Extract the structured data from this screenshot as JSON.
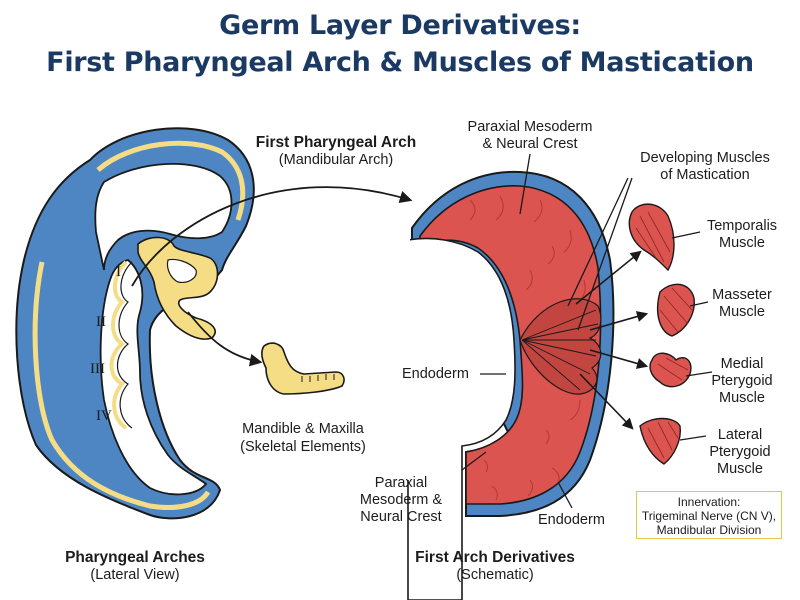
{
  "title": {
    "line1": "Germ Layer Derivatives:",
    "line2": "First Pharyngeal Arch & Muscles of Mastication"
  },
  "left_panel": {
    "arch_labels": [
      "I",
      "II",
      "III",
      "IV"
    ],
    "first_arch_title": "First Pharyngeal Arch",
    "first_arch_subtitle": "(Mandibular Arch)",
    "mandible_title": "Mandible & Maxilla",
    "mandible_subtitle": "(Skeletal Elements)",
    "caption_title": "Pharyngeal Arches",
    "caption_subtitle": "(Lateral View)"
  },
  "right_panel": {
    "paraxial_top_line1": "Paraxial Mesoderm",
    "paraxial_top_line2": "& Neural Crest",
    "developing_line1": "Developing Muscles",
    "developing_line2": "of Mastication",
    "endoderm_left": "Endoderm",
    "endoderm_bottom": "Endoderm",
    "paraxial_bottom_line1": "Paraxial",
    "paraxial_bottom_line2": "Mesoderm &",
    "paraxial_bottom_line3": "Neural Crest",
    "caption_title": "First Arch Derivatives",
    "caption_subtitle": "(Schematic)"
  },
  "muscles": [
    {
      "line1": "Temporalis",
      "line2": "Muscle"
    },
    {
      "line1": "Masseter",
      "line2": "Muscle"
    },
    {
      "line1": "Medial",
      "line2": "Pterygoid",
      "line3": "Muscle"
    },
    {
      "line1": "Lateral",
      "line2": "Pterygoid",
      "line3": "Muscle"
    }
  ],
  "innervation": {
    "line1": "Innervation:",
    "line2": "Trigeminal Nerve (CN V),",
    "line3": "Mandibular Division"
  },
  "colors": {
    "title": "#1b3a63",
    "ectoderm_blue": "#4e86c4",
    "mesoderm_red": "#dc5450",
    "skeletal_yellow": "#f5dd85",
    "outline": "#1a1a1a"
  }
}
